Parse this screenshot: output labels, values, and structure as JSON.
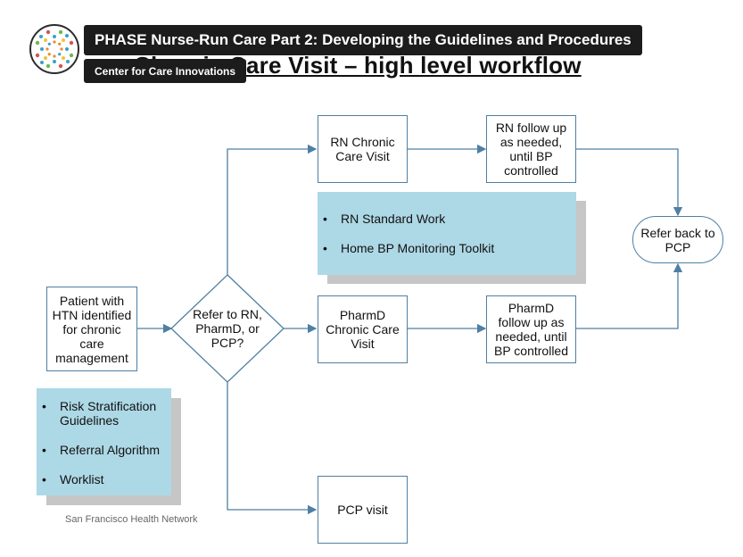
{
  "video": {
    "title": "PHASE Nurse-Run Care Part 2: Developing the Guidelines and Procedures",
    "channel": "Center for Care Innovations",
    "avatar_icon": "sunburst-dots-logo"
  },
  "slide": {
    "title": "Chronic Care Visit – high level workflow",
    "footer": "San Francisco Health Network"
  },
  "flow": {
    "patient": "Patient with HTN identified for chronic care management",
    "decision": "Refer to RN, PharmD, or PCP?",
    "rn_visit": "RN Chronic Care Visit",
    "rn_followup": "RN follow up as needed, until BP controlled",
    "pharmd_visit": "PharmD Chronic Care Visit",
    "pharmd_followup": "PharmD follow up as needed, until BP controlled",
    "pcp_visit": "PCP visit",
    "refer_back": "Refer back to PCP"
  },
  "notes": {
    "rn_tools": [
      "RN Standard Work",
      "Home BP Monitoring Toolkit"
    ],
    "triage_tools": [
      "Risk Stratification Guidelines",
      "Referral Algorithm",
      "Worklist"
    ]
  },
  "colors": {
    "note_fill": "#add8e6",
    "note_shadow": "#c6c6c6",
    "connector": "#4f7fa3",
    "overlay": "#1c1c1c"
  }
}
